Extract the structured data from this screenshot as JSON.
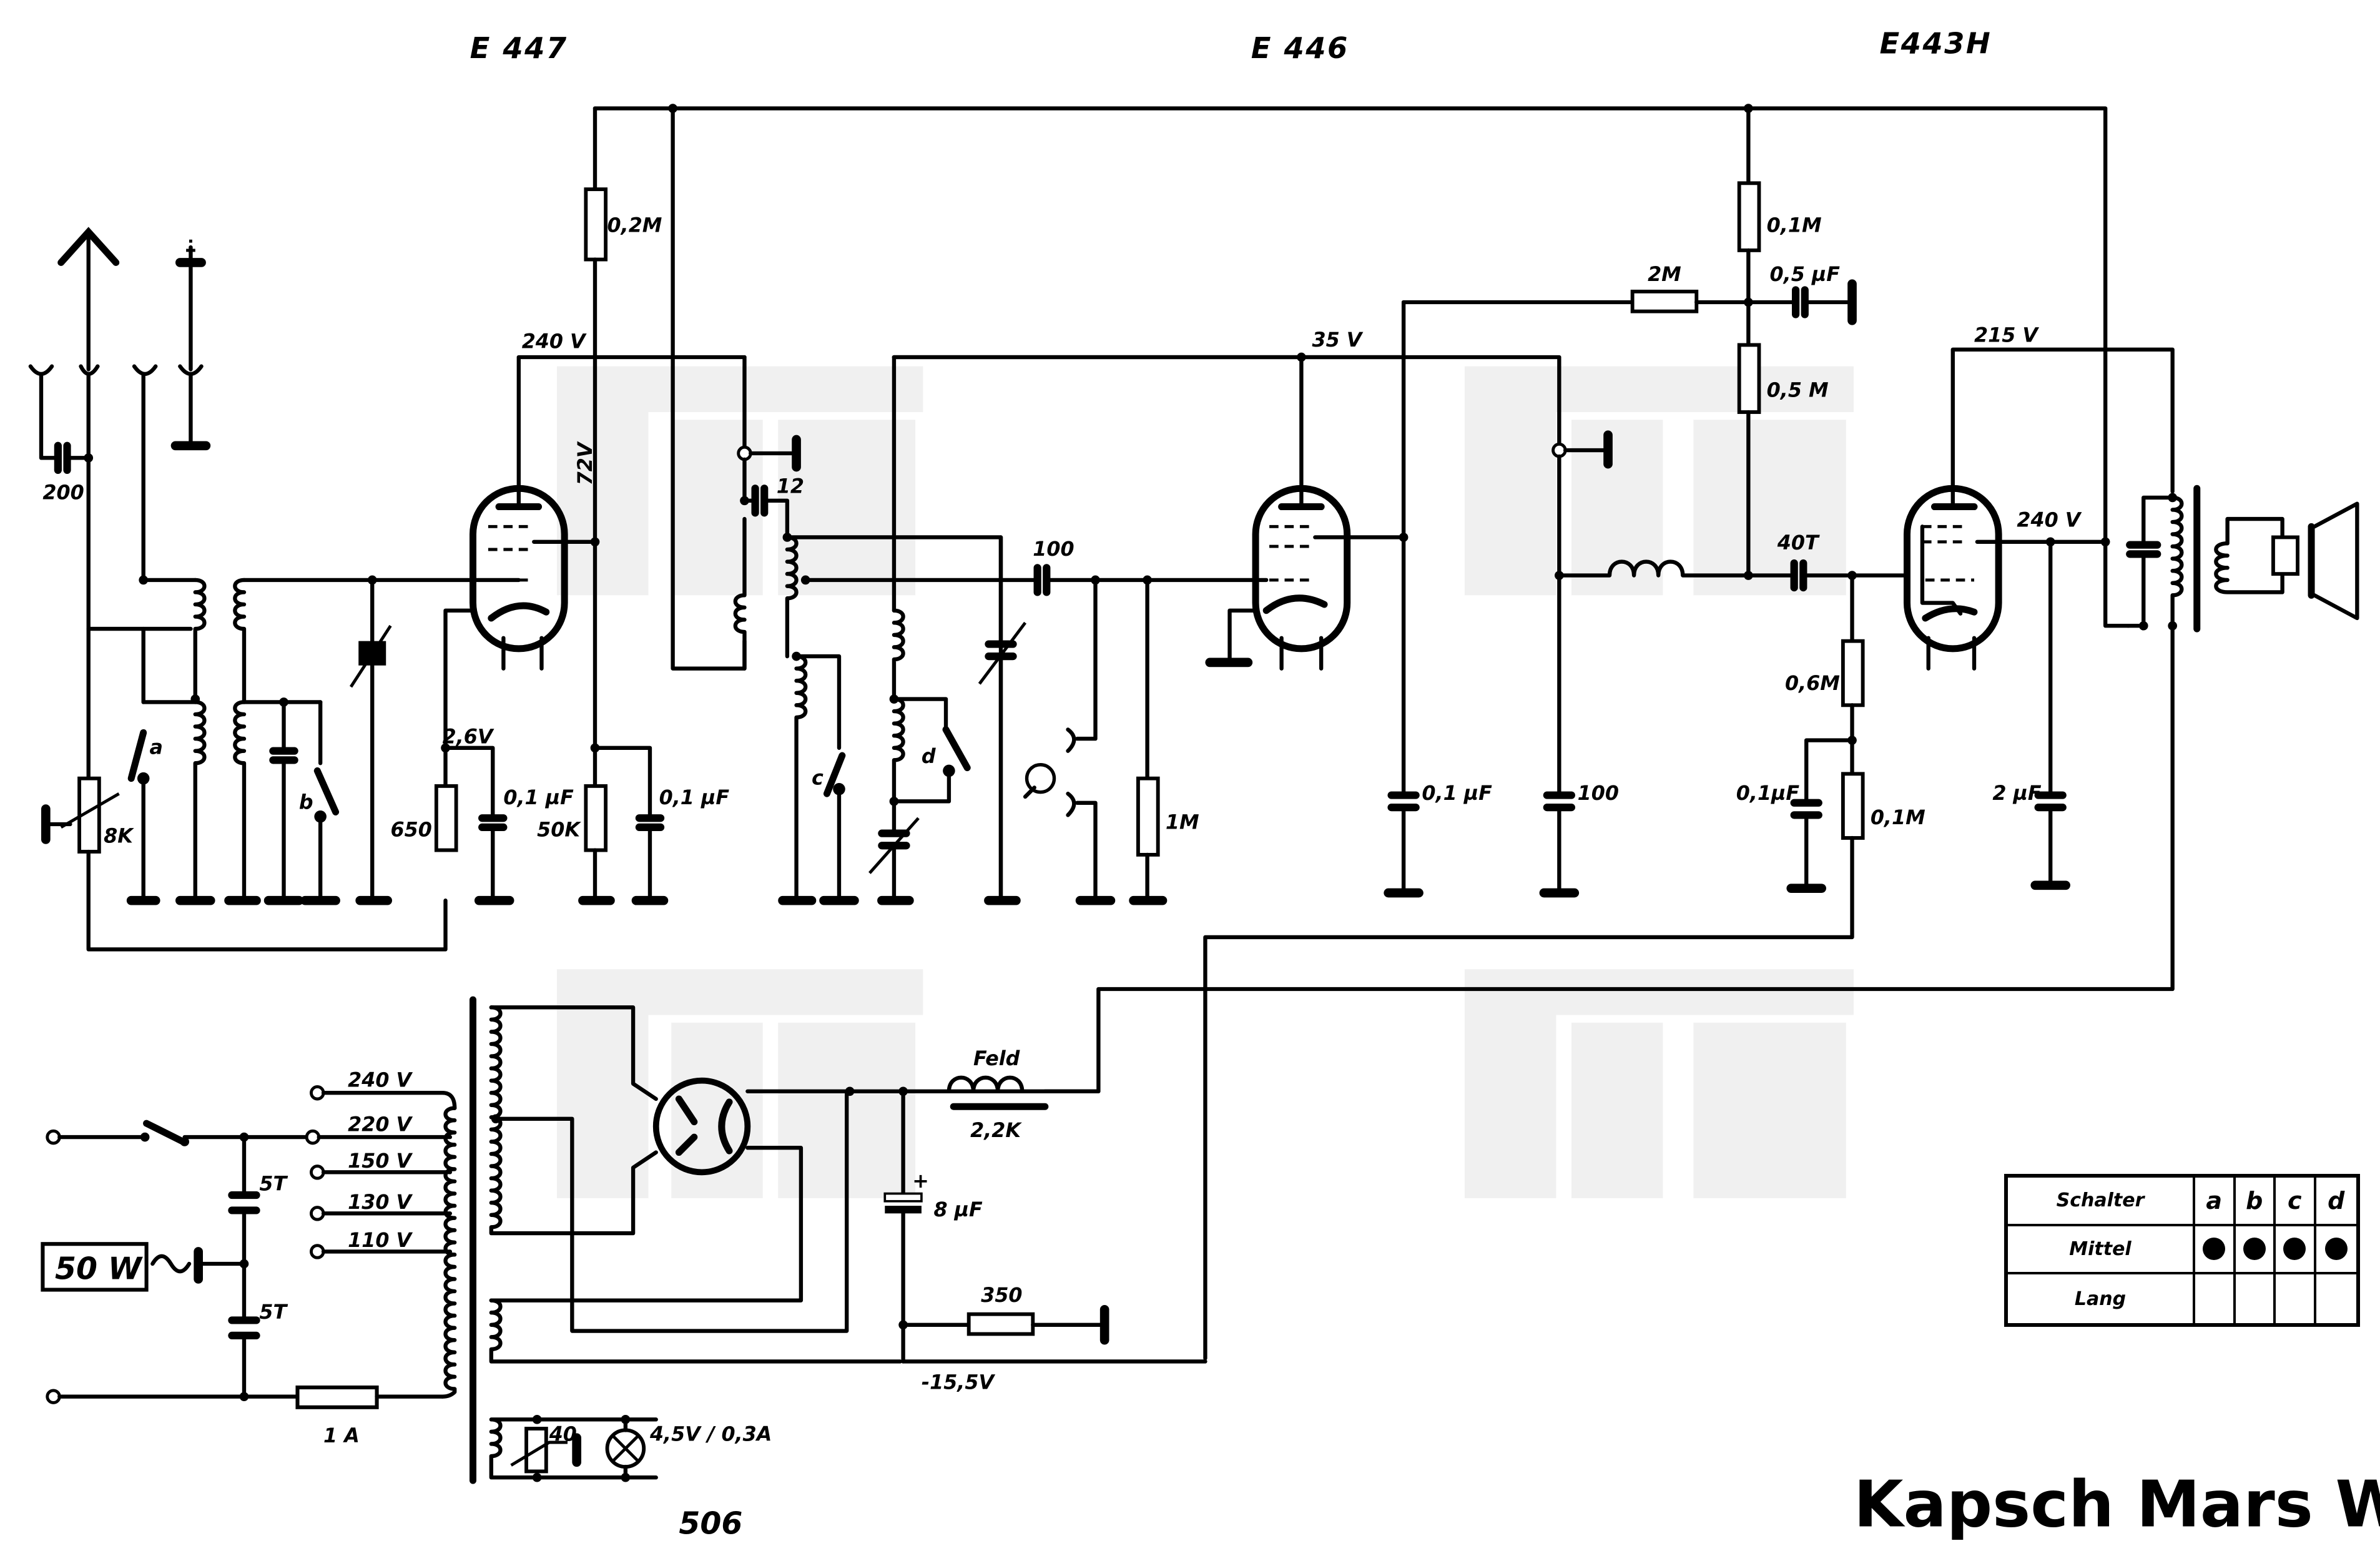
{
  "title": "Kapsch  Mars W",
  "sheet_number": "506",
  "tubes": {
    "rf": "E 447",
    "detector": "E 446",
    "output": "E443H"
  },
  "watermark": "BTB",
  "labels": {
    "c_antenna": "200",
    "r_pot_8k": "8K",
    "switch_a": "a",
    "switch_b": "b",
    "switch_c": "c",
    "switch_d": "d",
    "r_cathode_650": "650",
    "v_cathode": "2,6V",
    "c_cathode": "0,1 µF",
    "r_screen_50k": "50K",
    "c_screen": "0,1 µF",
    "r_anode_02m": "0,2M",
    "v_anode_240": "240 V",
    "v_screen_72": "72V",
    "c_reaction_12": "12",
    "c_coupling_100": "100",
    "r_grid_1m": "1M",
    "v_det_35": "35 V",
    "r_2m": "2M",
    "r_01m_top": "0,1M",
    "c_05uf": "0,5 µF",
    "r_05m": "0,5 M",
    "c_det_screen": "0,1 µF",
    "c_100_rf": "100",
    "c_40t": "40T",
    "r_06m": "0,6M",
    "c_01uf_bias": "0,1µF",
    "r_01m_bias": "0,1M",
    "c_2uf": "2 µF",
    "v_out_215": "215 V",
    "v_out_240": "240 V",
    "mains_240": "240 V",
    "mains_220": "220 V",
    "mains_150": "150 V",
    "mains_130": "130 V",
    "mains_110": "110 V",
    "c_5t_top": "5T",
    "c_5t_bottom": "5T",
    "power_box": "50 W",
    "fuse": "1 A",
    "field_coil": "Feld",
    "field_coil_value": "2,2K",
    "c_8uf": "8 µF",
    "r_350": "350",
    "v_neg": "-15,5V",
    "r_pilot_40": "40",
    "lamp": "4,5V / 0,3A"
  },
  "switch_table": {
    "header": "Schalter",
    "columns": [
      "a",
      "b",
      "c",
      "d"
    ],
    "rows": [
      {
        "label": "Mittel",
        "states": [
          true,
          true,
          true,
          true
        ]
      },
      {
        "label": "Lang",
        "states": [
          false,
          false,
          false,
          false
        ]
      }
    ]
  }
}
